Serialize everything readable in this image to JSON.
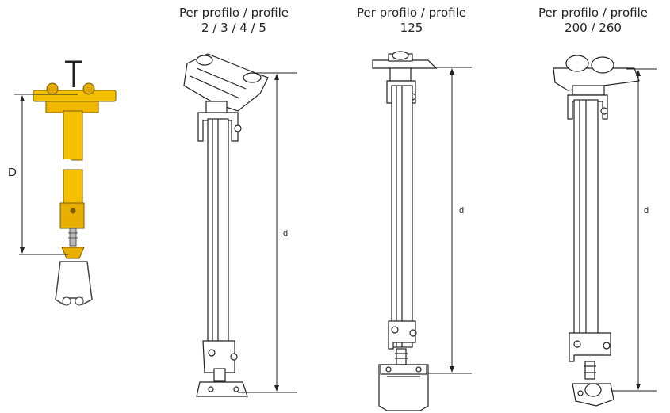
{
  "columns": [
    {
      "title_line1": "Per profilo / profile",
      "title_line2": "2 / 3 / 4 / 5",
      "dimension_label": "d"
    },
    {
      "title_line1": "Per profilo / profile",
      "title_line2": "125",
      "dimension_label": "d"
    },
    {
      "title_line1": "Per profilo / profile",
      "title_line2": "200 / 260",
      "dimension_label": "d"
    }
  ],
  "overview": {
    "dimension_label": "D"
  },
  "colors": {
    "yellow": "#f5c000",
    "yellow_dark": "#b88e00",
    "line": "#222222"
  }
}
